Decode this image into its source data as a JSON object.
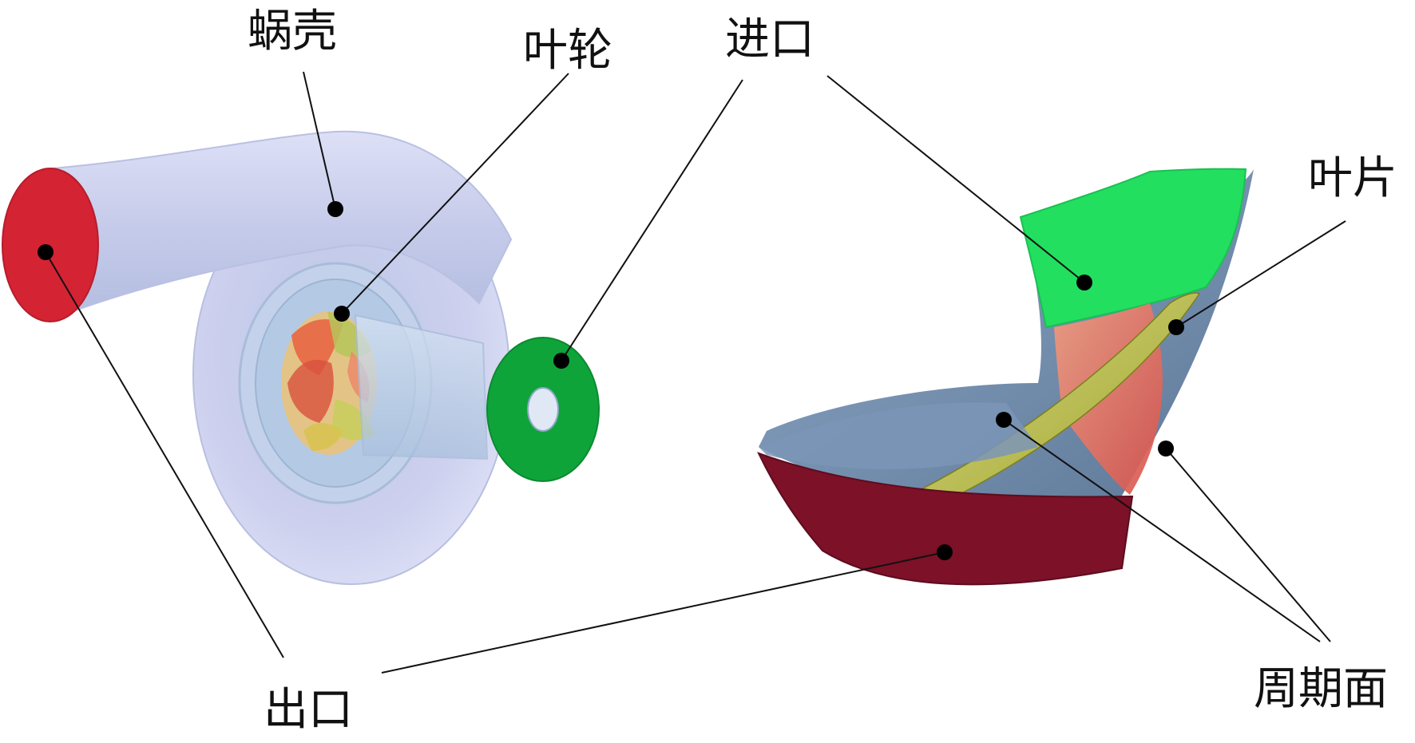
{
  "labels": {
    "volute": "蜗壳",
    "impeller": "叶轮",
    "inlet": "进口",
    "blade": "叶片",
    "outlet": "出口",
    "periodic_surface": "周期面"
  },
  "colors": {
    "volute": "#c9cdec",
    "outlet_face": "#d42333",
    "inlet_face": "#0fa43a",
    "domain_inlet": "#22df60",
    "domain_outlet": "#7c1128",
    "periodic": "#6e8aac",
    "blade": "#b8bd2e",
    "impeller_red": "#e27a63"
  }
}
